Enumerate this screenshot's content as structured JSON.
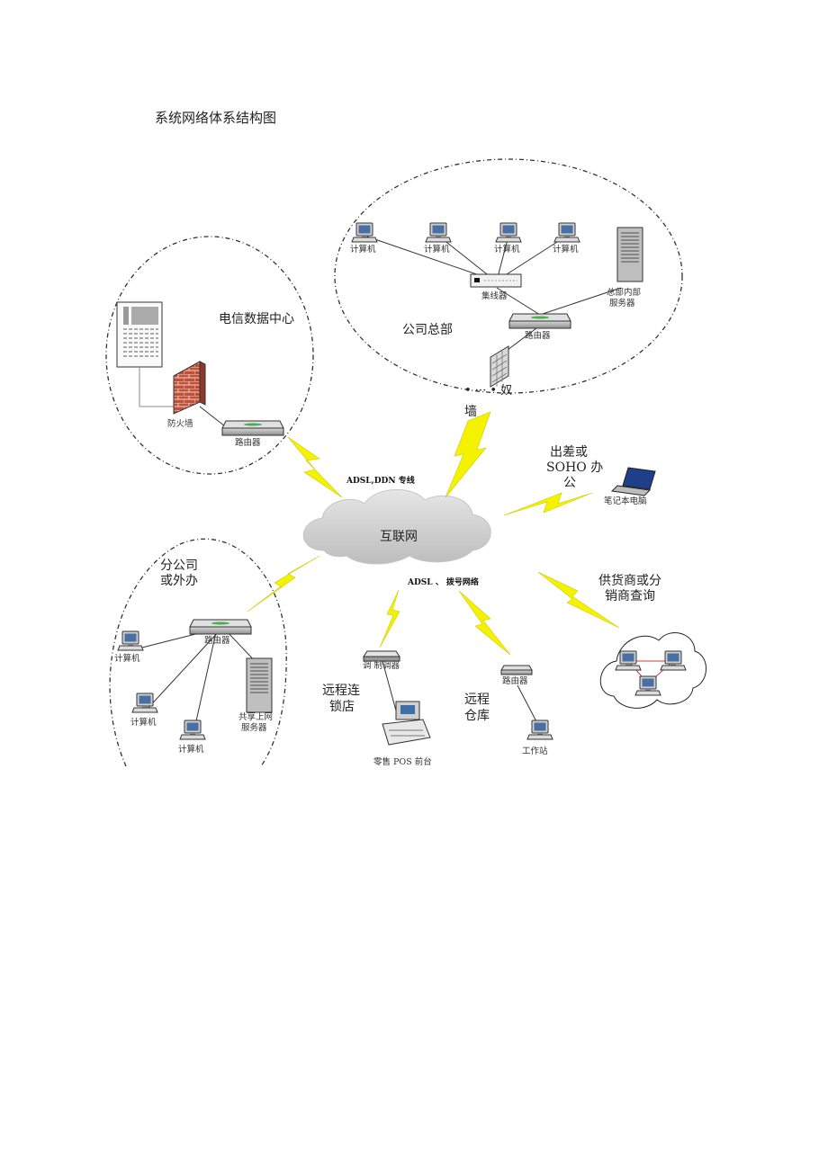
{
  "title": "系统网络体系结构图",
  "labels": {
    "pc_hq": "计算机",
    "hub": "集线器",
    "hq_server_1": "总部内部",
    "hq_server_2": "服务器",
    "router": "路由器",
    "hq_name": "公司总部",
    "firewall_hq_1": "• ··· • 奴",
    "firewall_hq_2": "墙",
    "telecom_name": "电信数据中心",
    "firewall": "防火墙",
    "adsl_ddn": "ADSL,DDN 专线",
    "soho_1": "出差或",
    "soho_2": "SOHO 办",
    "soho_3": "公",
    "laptop": "笔记本电脑",
    "internet": "互联网",
    "branch_1": "分公司",
    "branch_2": "或外办",
    "branch_router": "路由器",
    "pc": "计算机",
    "share_server_1": "共享上网",
    "share_server_2": "服务器",
    "adsl_dial": "ADSL 、 拨号网络",
    "modem": "调 制调器",
    "chain_1": "远程连",
    "chain_2": "锁店",
    "pos": "零售 POS 前台",
    "warehouse_1": "远程",
    "warehouse_2": "仓库",
    "workstation": "工作站",
    "supplier_1": "供货商或分",
    "supplier_2": "销商查询"
  }
}
